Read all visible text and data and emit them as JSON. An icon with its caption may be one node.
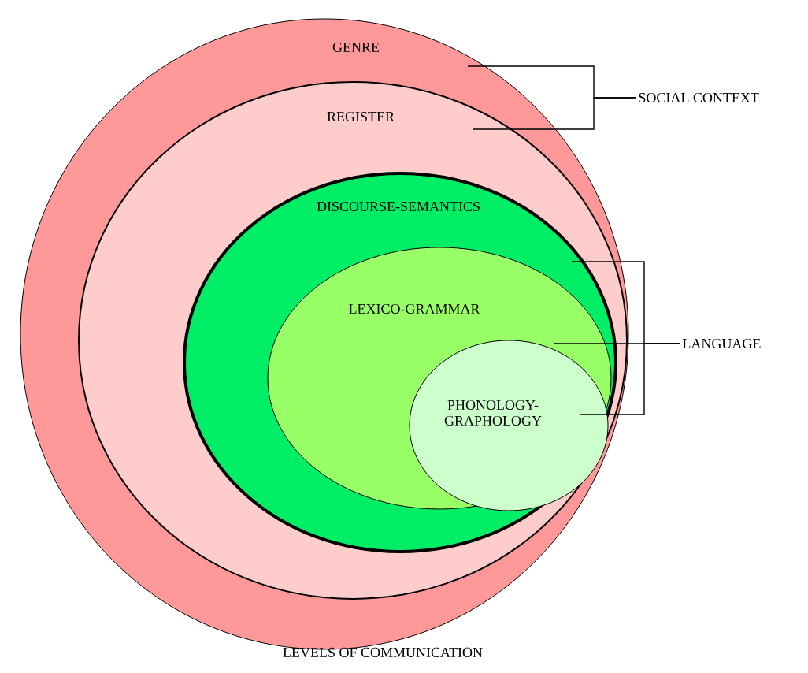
{
  "diagram": {
    "caption": "LEVELS OF COMMUNICATION",
    "nodes": [
      {
        "text": [
          "GENRE"
        ]
      },
      {
        "text": [
          "REGISTER"
        ],
        "in": 0
      },
      {
        "text": [
          "DISCOURSE-SEMANTICS"
        ],
        "in": 1
      },
      {
        "text": [
          "LEXICO-GRAMMAR"
        ],
        "in": 2
      },
      {
        "text": [
          "PHONOLOGY- GRAPHOLOGY"
        ],
        "in": 3
      },
      {
        "text": [
          "SOCIAL CONTEXT"
        ]
      },
      {
        "text": [
          "LANGUAGE"
        ]
      }
    ],
    "edges": [
      {
        "from": 5,
        "to": 0,
        "arrow": "none"
      },
      {
        "from": 5,
        "to": 1,
        "arrow": "none"
      },
      {
        "from": 6,
        "to": 2,
        "arrow": "none"
      },
      {
        "from": 6,
        "to": 3,
        "arrow": "none"
      },
      {
        "from": 6,
        "to": 4,
        "arrow": "none"
      }
    ]
  }
}
